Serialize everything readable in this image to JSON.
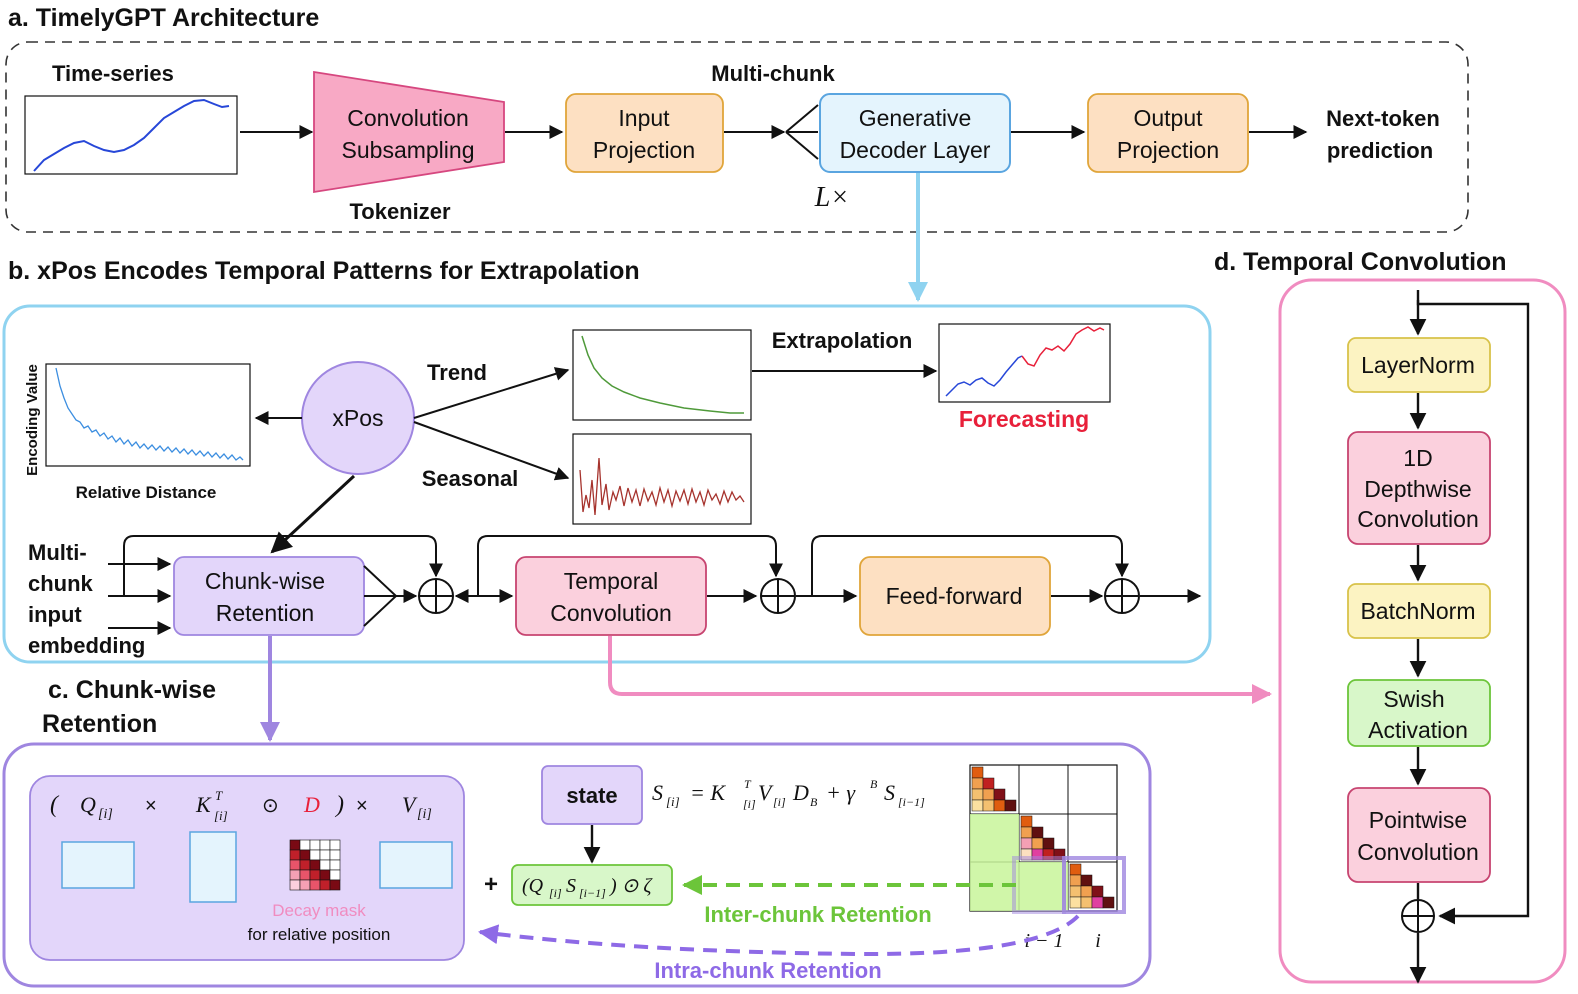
{
  "sections": {
    "a": "a. TimelyGPT Architecture",
    "b": "b. xPos Encodes Temporal Patterns for Extrapolation",
    "c_line1": "c. Chunk-wise",
    "c_line2": "Retention",
    "d": "d. Temporal Convolution"
  },
  "panel_a": {
    "time_series": "Time-series",
    "conv_l1": "Convolution",
    "conv_l2": "Subsampling",
    "tokenizer": "Tokenizer",
    "input_l1": "Input",
    "input_l2": "Projection",
    "multichunk": "Multi-chunk",
    "gen_l1": "Generative",
    "gen_l2": "Decoder Layer",
    "lx": "L×",
    "out_l1": "Output",
    "out_l2": "Projection",
    "next_l1": "Next-token",
    "next_l2": "prediction"
  },
  "panel_b": {
    "enc_value": "Encoding Value",
    "rel_dist": "Relative Distance",
    "xpos": "xPos",
    "trend": "Trend",
    "seasonal": "Seasonal",
    "extrapolation": "Extrapolation",
    "forecasting": "Forecasting",
    "input_l1": "Multi-",
    "input_l2": "chunk",
    "input_l3": "input",
    "input_l4": "embedding",
    "cwr_l1": "Chunk-wise",
    "cwr_l2": "Retention",
    "tc_l1": "Temporal",
    "tc_l2": "Convolution",
    "ff": "Feed-forward"
  },
  "panel_c": {
    "state": "state",
    "decay_mask": "Decay mask",
    "for_rel_pos": "for relative position",
    "inter": "Inter-chunk Retention",
    "intra": "Intra-chunk Retention",
    "im1": "i − 1",
    "i": "i",
    "plus": "+"
  },
  "panel_d": {
    "layernorm": "LayerNorm",
    "dw_l1": "1D",
    "dw_l2": "Depthwise",
    "dw_l3": "Convolution",
    "batchnorm": "BatchNorm",
    "swish_l1": "Swish",
    "swish_l2": "Activation",
    "pw_l1": "Pointwise",
    "pw_l2": "Convolution"
  },
  "colors": {
    "blue_frame": "#8fd3f0",
    "purple_frame": "#9f86e0",
    "pink_frame": "#f08cc0",
    "orange_fill": "#fde0c2",
    "pink_fill": "#fbd0dd",
    "lavender_fill": "#e3d6fa",
    "blue_fill": "#e4f4fd",
    "yellow_fill": "#fcf3c2",
    "green_fill": "#d8f7c9",
    "forecast_red": "#e8203a",
    "inter_green": "#6cc53a",
    "intra_purple": "#8e6ae6"
  }
}
